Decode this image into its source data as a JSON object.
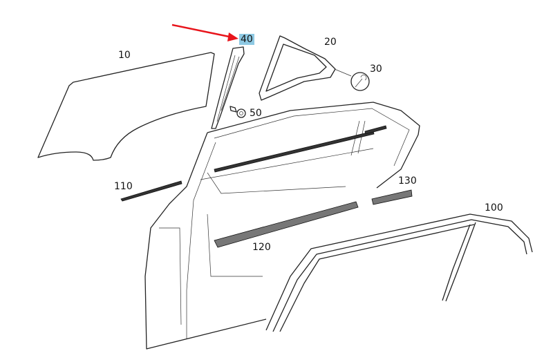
{
  "diagram": {
    "highlight_color": "#8ec9e3",
    "arrow_color": "#e8141b",
    "parts": [
      {
        "number": "10",
        "name": "door-glass"
      },
      {
        "number": "20",
        "name": "quarter-window"
      },
      {
        "number": "30",
        "name": "wrench-symbol"
      },
      {
        "number": "40",
        "name": "glass-channel",
        "highlighted": true
      },
      {
        "number": "50",
        "name": "screw"
      },
      {
        "number": "100",
        "name": "door-frame-seal"
      },
      {
        "number": "110",
        "name": "inner-belt-strip"
      },
      {
        "number": "120",
        "name": "lower-seal"
      },
      {
        "number": "130",
        "name": "rear-strip"
      }
    ]
  }
}
